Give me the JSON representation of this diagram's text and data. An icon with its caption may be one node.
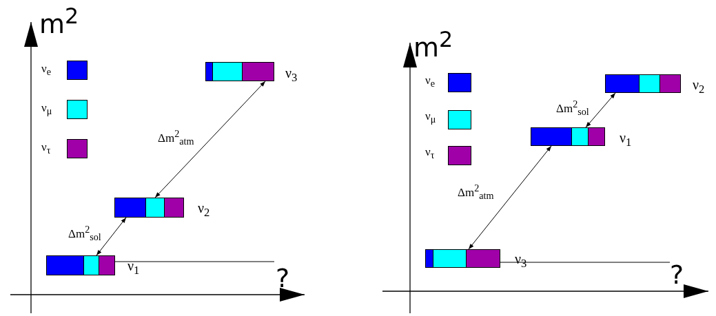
{
  "diagram": {
    "nodes": [
      {
        "text": [],
        "shape": "bar",
        "beside": [
          "ν$_{3}$"
        ]
      },
      {
        "text": [],
        "shape": "bar",
        "beside": [
          "ν$_{2}$"
        ]
      },
      {
        "text": [],
        "shape": "bar",
        "beside": [
          "ν$_{1}$"
        ]
      },
      {
        "text": [],
        "shape": "bar",
        "beside": [
          "ν$_{2}$"
        ]
      },
      {
        "text": [],
        "shape": "bar",
        "beside": [
          "ν$_{1}$"
        ]
      },
      {
        "text": [],
        "shape": "bar",
        "beside": [
          "ν$_{3}$"
        ]
      }
    ],
    "edges": [
      {
        "from": 1,
        "to": 0,
        "arrow": "both",
        "label": "Δm$^{2}$$_{atm}$"
      },
      {
        "from": 2,
        "to": 1,
        "arrow": "both",
        "label": "Δm$^{2}$$_{sol}$"
      },
      {
        "from": 4,
        "to": 3,
        "arrow": "both",
        "label": "Δm$^{2}$$_{sol}$"
      },
      {
        "from": 5,
        "to": 4,
        "arrow": "both",
        "label": "Δm$^{2}$$_{atm}$"
      }
    ],
    "labels": [
      "m$^{2}$",
      "?",
      "m$^{2}$",
      "?"
    ],
    "legend": [
      {
        "text": "ν$_{e}$",
        "color": "#0000ff"
      },
      {
        "text": "ν$_{μ}$",
        "color": "#00ffff"
      },
      {
        "text": "ν$_{τ}$",
        "color": "#a000a8"
      },
      {
        "text": "ν$_{e}$",
        "color": "#0000ff"
      },
      {
        "text": "ν$_{μ}$",
        "color": "#00ffff"
      },
      {
        "text": "ν$_{τ}$",
        "color": "#a000a8"
      }
    ]
  }
}
